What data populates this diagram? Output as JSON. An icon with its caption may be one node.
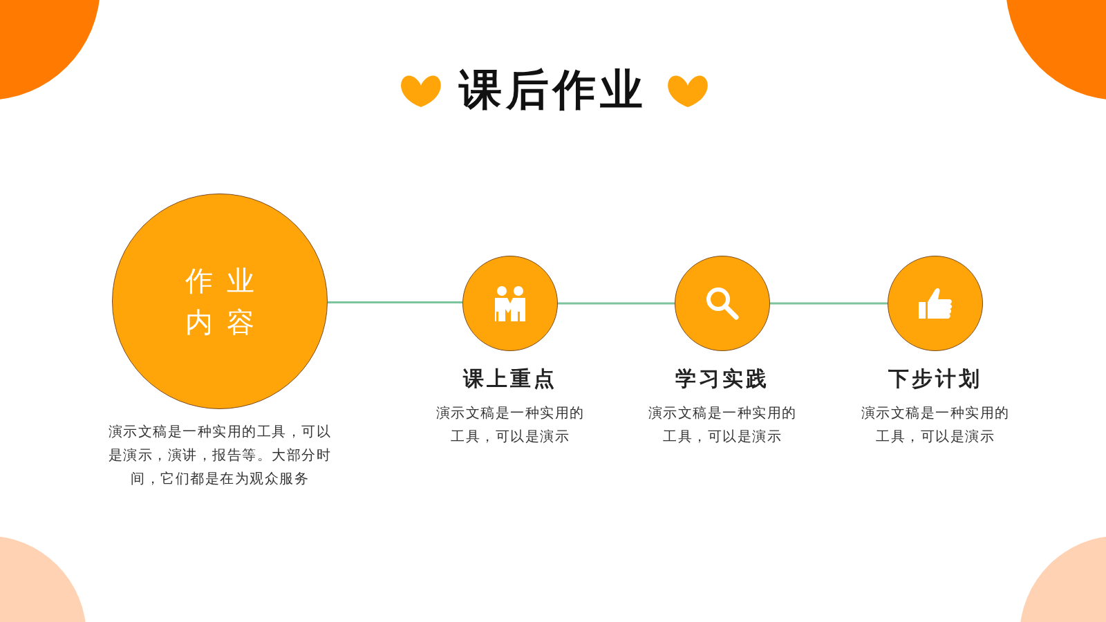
{
  "diagram": {
    "title": "课后作业",
    "nodes": [
      {
        "text": [
          "作业内容"
        ],
        "beside": [
          "演示文稿是一种实用的工具，可以是演示，演讲，报告等。大部分时间，它们都是在为观众服务"
        ]
      },
      {
        "text": [
          "课上重点"
        ],
        "beside": [
          "演示文稿是一种实用的工具，可以是演示"
        ]
      },
      {
        "text": [
          "学习实践"
        ],
        "beside": [
          "演示文稿是一种实用的工具，可以是演示"
        ]
      },
      {
        "text": [
          "下步计划"
        ],
        "beside": [
          "演示文稿是一种实用的工具，可以是演示"
        ]
      }
    ],
    "edges": [
      {
        "from": 0,
        "to": 1,
        "arrow": "none"
      },
      {
        "from": 1,
        "to": 2,
        "arrow": "none"
      },
      {
        "from": 2,
        "to": 3,
        "arrow": "none"
      }
    ]
  }
}
